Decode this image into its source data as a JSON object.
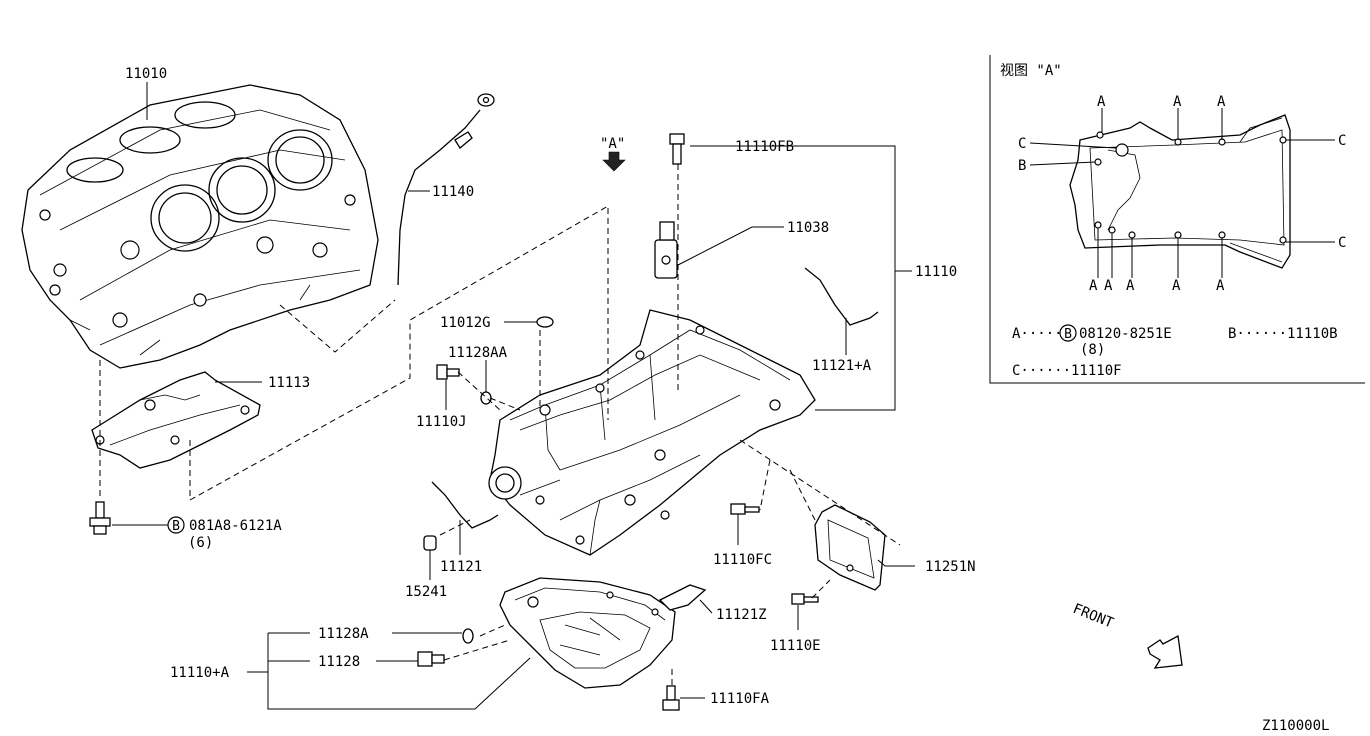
{
  "labels": {
    "p11010": "11010",
    "p11140": "11140",
    "p11113": "11113",
    "p081A8": "081A8-6121A",
    "p081A8_qty": "(6)",
    "p11110FB": "11110FB",
    "p11038": "11038",
    "p11110": "11110",
    "p11012G": "11012G",
    "p11128AA": "11128AA",
    "p11110J": "11110J",
    "p11121A": "11121+A",
    "p11121": "11121",
    "p15241": "15241",
    "p11110FC": "11110FC",
    "p11251N": "11251N",
    "p11121Z": "11121Z",
    "p11110E": "11110E",
    "p11128A": "11128A",
    "p11128": "11128",
    "p11110A": "11110+A",
    "p11110FA": "11110FA",
    "arrow_A": "\"A\"",
    "front": "FRONT",
    "diagram_code": "Z110000L"
  },
  "inset": {
    "title": "视图 \"A\"",
    "letter_a": "A",
    "letter_b": "B",
    "letter_c": "C",
    "legend_a": "A······",
    "legend_a_part": "08120-8251E",
    "legend_a_qty": "(8)",
    "legend_b": "B······11110B",
    "legend_c": "C······11110F",
    "bolt_mark": "B"
  },
  "icons": {
    "bolt_marker": "circled-b-icon",
    "direction": "front-arrow-icon"
  }
}
